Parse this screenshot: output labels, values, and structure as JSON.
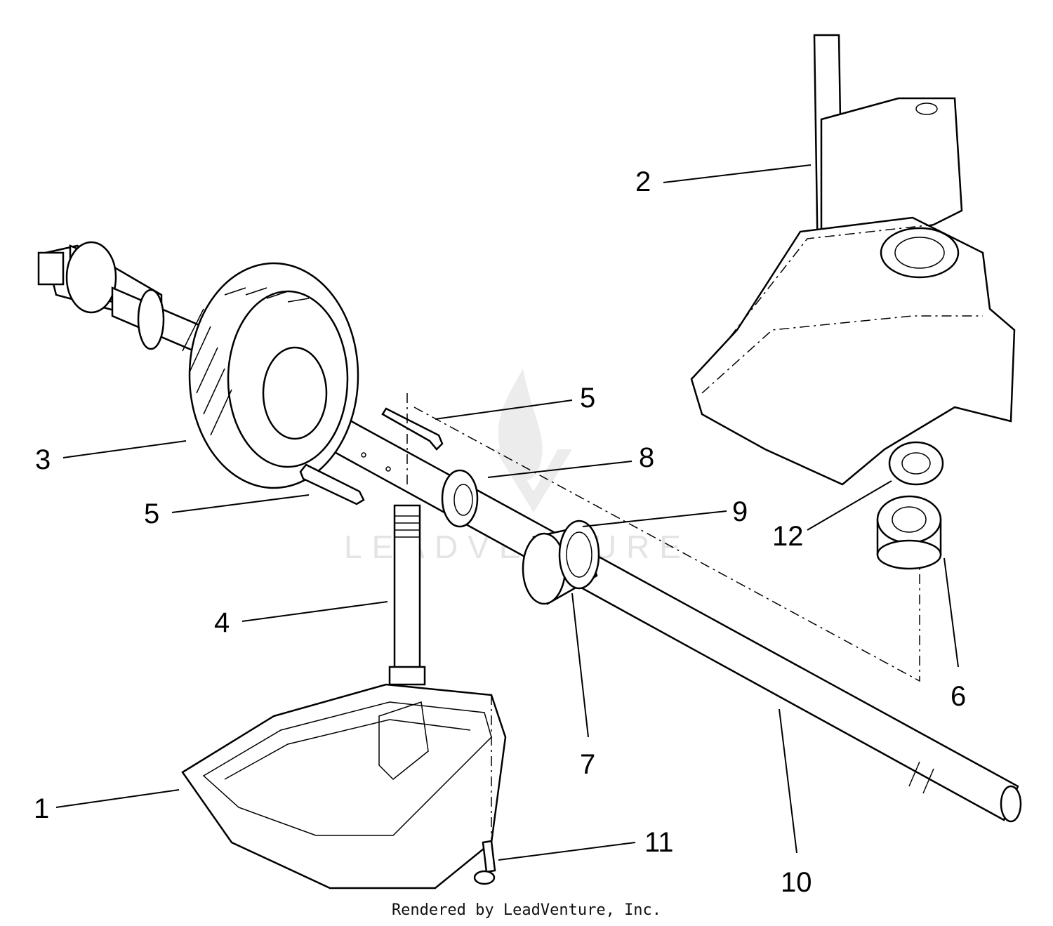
{
  "callouts": {
    "c1": "1",
    "c2": "2",
    "c3": "3",
    "c4": "4",
    "c5a": "5",
    "c5b": "5",
    "c6": "6",
    "c7": "7",
    "c8": "8",
    "c9": "9",
    "c10": "10",
    "c11": "11",
    "c12": "12"
  },
  "watermark": "LEADVENTURE",
  "footer": "Rendered by LeadVenture, Inc."
}
